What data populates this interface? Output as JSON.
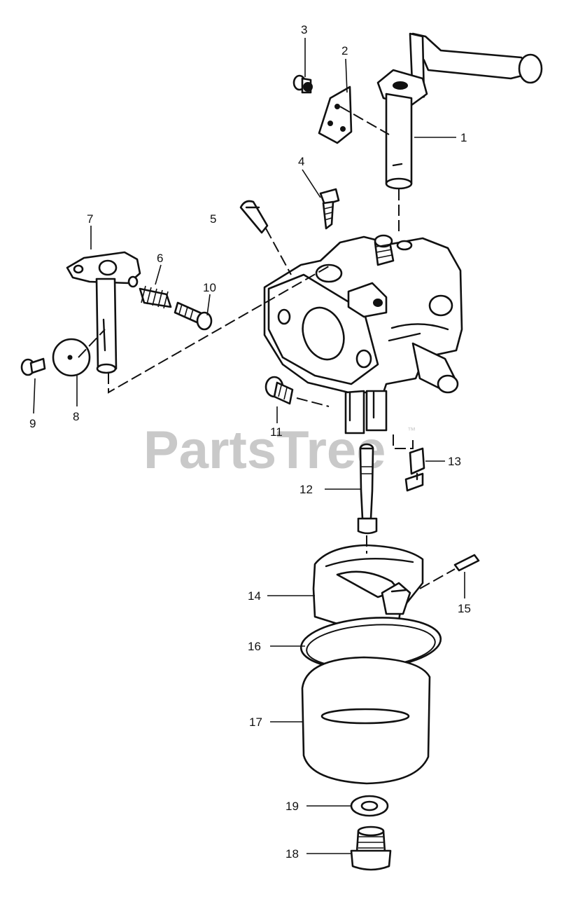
{
  "watermark": {
    "text": "PartsTree",
    "trademark": "™"
  },
  "callouts": [
    "1",
    "2",
    "3",
    "4",
    "5",
    "6",
    "7",
    "8",
    "9",
    "10",
    "11",
    "12",
    "13",
    "14",
    "15",
    "16",
    "17",
    "18",
    "19"
  ]
}
